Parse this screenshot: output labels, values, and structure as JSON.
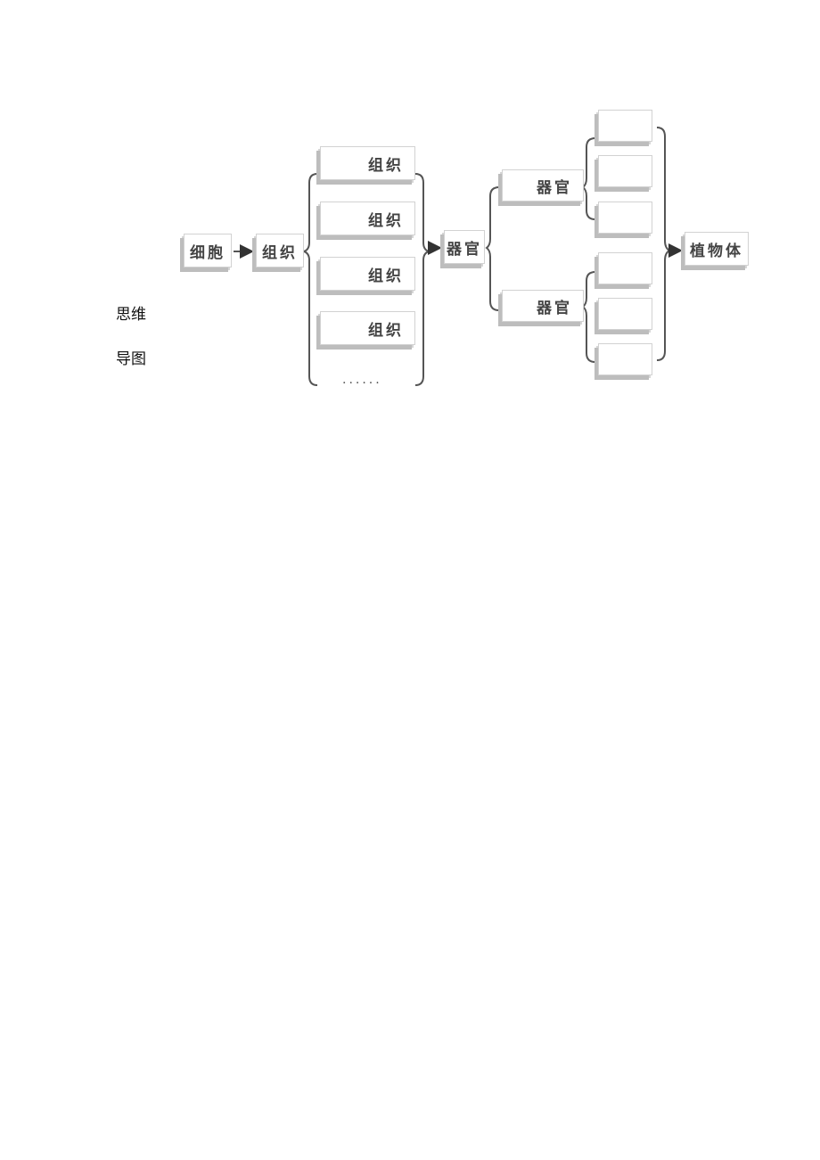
{
  "side_labels": {
    "line1": "思维",
    "line2": "导图"
  },
  "diagram": {
    "cell": "细胞",
    "tissue_main": "组织",
    "tissues": [
      "组织",
      "组织",
      "组织",
      "组织"
    ],
    "tissue_more": "......",
    "organ_main": "器官",
    "organs": [
      "器官",
      "器官"
    ],
    "organ_group_1": [
      "",
      "",
      ""
    ],
    "organ_group_2": [
      "",
      "",
      ""
    ],
    "plant": "植物体"
  }
}
